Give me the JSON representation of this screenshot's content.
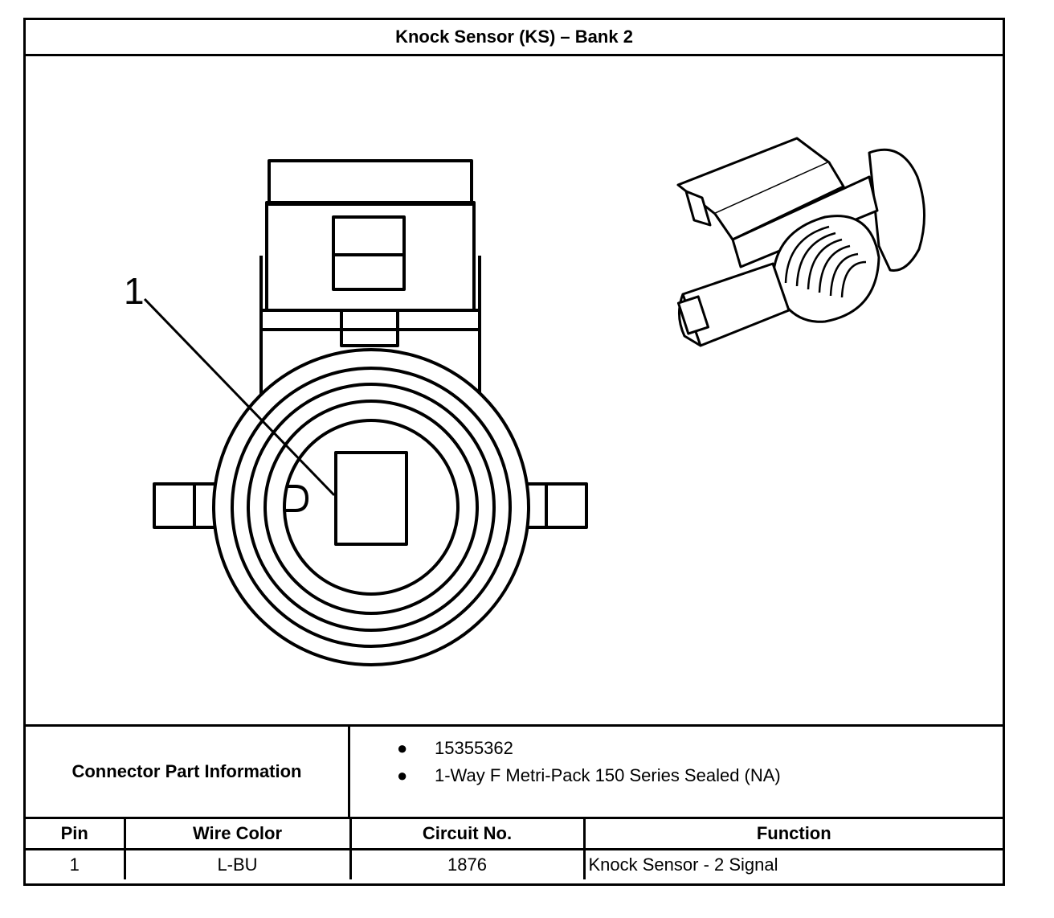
{
  "title": "Knock Sensor (KS) – Bank 2",
  "diagram": {
    "callouts": [
      {
        "label": "1"
      }
    ]
  },
  "connector_info": {
    "label": "Connector Part Information",
    "items": [
      "15355362",
      "1-Way F Metri-Pack 150 Series Sealed (NA)"
    ]
  },
  "pin_table": {
    "headers": {
      "pin": "Pin",
      "wire_color": "Wire Color",
      "circuit": "Circuit No.",
      "function": "Function"
    },
    "rows": [
      {
        "pin": "1",
        "wire_color": "L-BU",
        "circuit": "1876",
        "function": "Knock Sensor - 2 Signal"
      }
    ]
  }
}
